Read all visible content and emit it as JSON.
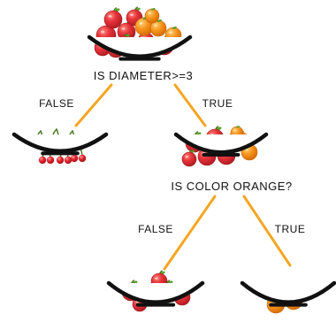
{
  "nodes": {
    "root_question": "IS DIAMETER>=3",
    "second_question": "IS COLOR ORANGE?"
  },
  "edges": {
    "root_false": "FALSE",
    "root_true": "TRUE",
    "second_false": "FALSE",
    "second_true": "TRUE"
  },
  "colors": {
    "branch": "#f5a623",
    "apple": "#e8333a",
    "orange": "#f7941d",
    "cherry": "#e3262f",
    "bowl_outline": "#111111"
  },
  "icons": {
    "bowl": "bowl-icon",
    "apple": "apple-icon",
    "orange": "orange-icon",
    "cherry": "cherry-icon"
  }
}
